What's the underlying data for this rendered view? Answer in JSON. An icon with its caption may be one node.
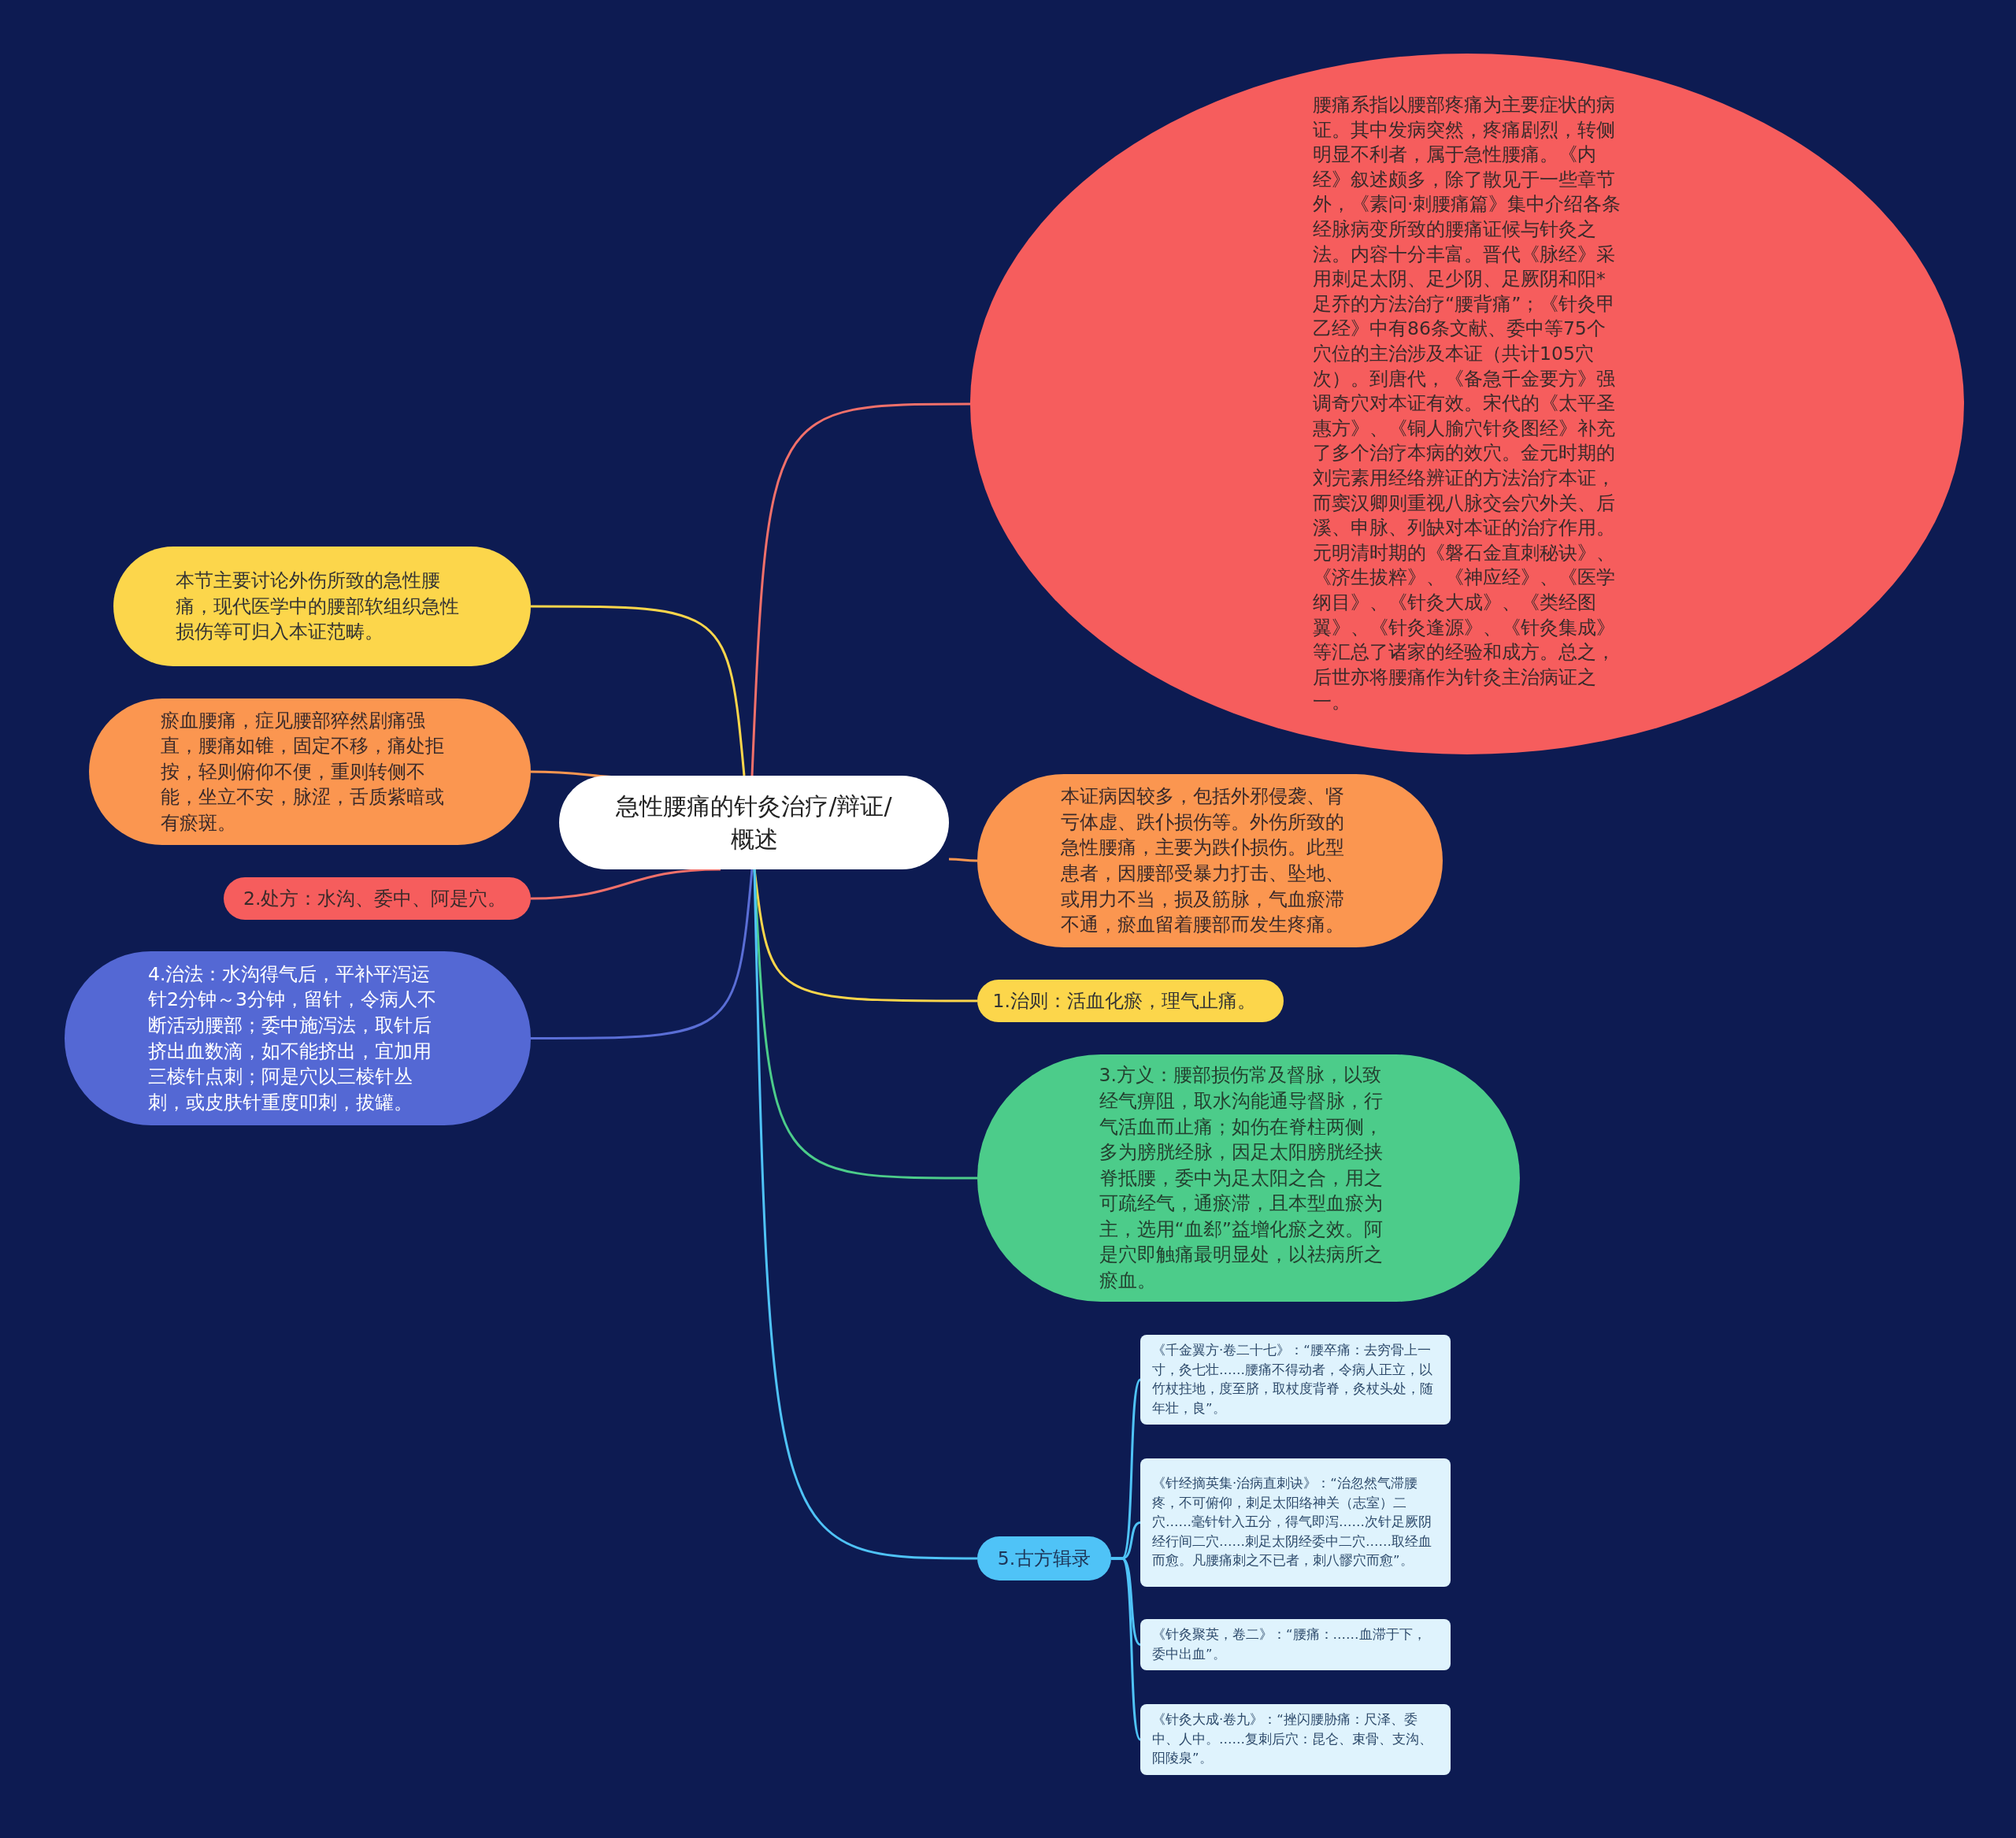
{
  "diagram": {
    "nodes": [
      {
        "text": [
          "急性腰痛的针灸治疗/辩证/概述"
        ]
      },
      {
        "text": [
          "腰痛系指以腰部疼痛为主要症状的病证。其中发病突然，疼痛剧烈，转侧明显不利者，属于急性腰痛。《内经》叙述颇多，除了散见于一些章节外，《素问·刺腰痛篇》集中介绍各条经脉病变所致的腰痛证候与针灸之法。内容十分丰富。晋代《脉经》采用刺足太阴、足少阴、足厥阴和阳*足乔的方法治疗“腰背痛”；《针灸甲乙经》中有86条文献、委中等75个穴位的主治涉及本证（共计105穴次）。到唐代，《备急千金要方》强调奇穴对本证有效。宋代的《太平圣惠方》、《铜人腧穴针灸图经》补充了多个治疗本病的效穴。金元时期的刘完素用经络辨证的方法治疗本证，而窦汉卿则重视八脉交会穴外关、后溪、申脉、列缺对本证的治疗作用。元明清时期的《磐石金直刺秘诀》、《济生拔粹》、《神应经》、《医学纲目》、《针灸大成》、《类经图翼》、《针灸逢源》、《针灸集成》等汇总了诸家的经验和成方。总之，后世亦将腰痛作为针灸主治病证之一。"
        ]
      },
      {
        "text": [
          "本节主要讨论外伤所致的急性腰痛，现代医学中的腰部软组织急性损伤等可归入本证范畴。"
        ]
      },
      {
        "text": [
          "瘀血腰痛，症见腰部猝然剧痛强直，腰痛如锥，固定不移，痛处拒按，轻则俯仰不便，重则转侧不能，坐立不安，脉涩，舌质紫暗或有瘀斑。"
        ]
      },
      {
        "text": [
          "2.处方：水沟、委中、阿是穴。"
        ]
      },
      {
        "text": [
          "4.治法：水沟得气后，平补平泻运针2分钟～3分钟，留针，令病人不断活动腰部；委中施泻法，取针后挤出血数滴，如不能挤出，宜加用三棱针点刺；阿是穴以三棱针丛刺，或皮肤针重度叩刺，拔罐。"
        ]
      },
      {
        "text": [
          "本证病因较多，包括外邪侵袭、肾亏体虚、跌仆损伤等。外伤所致的急性腰痛，主要为跌仆损伤。此型患者，因腰部受暴力打击、坠地、或用力不当，损及筋脉，气血瘀滞不通，瘀血留着腰部而发生疼痛。"
        ]
      },
      {
        "text": [
          "1.治则：活血化瘀，理气止痛。"
        ]
      },
      {
        "text": [
          "3.方义：腰部损伤常及督脉，以致经气痹阻，取水沟能通导督脉，行气活血而止痛；如伤在脊柱两侧，多为膀胱经脉，因足太阳膀胱经挟脊抵腰，委中为足太阳之合，用之可疏经气，通瘀滞，且本型血瘀为主，选用“血郄”益增化瘀之效。阿是穴即触痛最明显处，以祛病所之瘀血。"
        ]
      },
      {
        "text": [
          "5.古方辑录"
        ]
      },
      {
        "text": [
          "《千金翼方·卷二十七》：“腰卒痛：去穷骨上一寸，灸七壮……腰痛不得动者，令病人正立，以竹杖拄地，度至脐，取杖度背脊，灸杖头处，随年壮，良”。"
        ]
      },
      {
        "text": [
          "《针经摘英集·治病直刺诀》：“治忽然气滞腰疼，不可俯仰，刺足太阳络神关（志室）二穴……毫针针入五分，得气即泻……次针足厥阴经行间二穴……刺足太阴经委中二穴……取经血而愈。凡腰痛刺之不已者，刺八髎穴而愈”。"
        ]
      },
      {
        "text": [
          "《针灸聚英，卷二》：“腰痛：……血滞于下，委中出血”。"
        ]
      },
      {
        "text": [
          "《针灸大成·卷九》：“挫闪腰胁痛：尺泽、委中、人中。……复刺后穴：昆仑、束骨、支沟、阳陵泉”。"
        ]
      }
    ],
    "edges": [
      {
        "from": 0,
        "to": 1,
        "arrow": "none",
        "color": "#f2706a"
      },
      {
        "from": 0,
        "to": 2,
        "arrow": "none",
        "color": "#fcd64b"
      },
      {
        "from": 0,
        "to": 3,
        "arrow": "none",
        "color": "#fb9650"
      },
      {
        "from": 0,
        "to": 4,
        "arrow": "none",
        "color": "#f2706a"
      },
      {
        "from": 0,
        "to": 5,
        "arrow": "none",
        "color": "#5a6ed6"
      },
      {
        "from": 0,
        "to": 6,
        "arrow": "none",
        "color": "#fb9650"
      },
      {
        "from": 0,
        "to": 7,
        "arrow": "none",
        "color": "#fcd64b"
      },
      {
        "from": 0,
        "to": 8,
        "arrow": "none",
        "color": "#4ccc8a"
      },
      {
        "from": 0,
        "to": 9,
        "arrow": "none",
        "color": "#4fc3f7"
      },
      {
        "from": 9,
        "to": 10,
        "arrow": "none"
      },
      {
        "from": 9,
        "to": 11,
        "arrow": "none"
      },
      {
        "from": 9,
        "to": 12,
        "arrow": "none"
      },
      {
        "from": 9,
        "to": 13,
        "arrow": "none"
      }
    ]
  }
}
